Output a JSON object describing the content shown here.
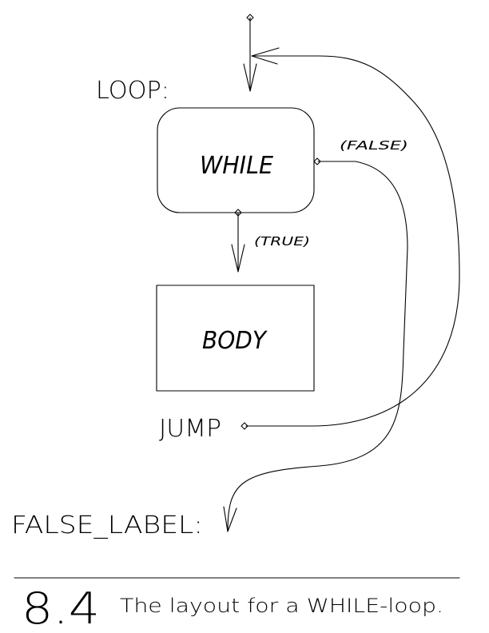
{
  "diagram": {
    "labels": {
      "loop": "LOOP:",
      "while": "WHILE",
      "false_branch": "(FALSE)",
      "true_branch": "(TRUE)",
      "body": "BODY",
      "jump": "JUMP",
      "false_label": "FALSE_LABEL:"
    }
  },
  "caption": {
    "number": "8.4",
    "text": "The layout for a WHILE-loop."
  }
}
